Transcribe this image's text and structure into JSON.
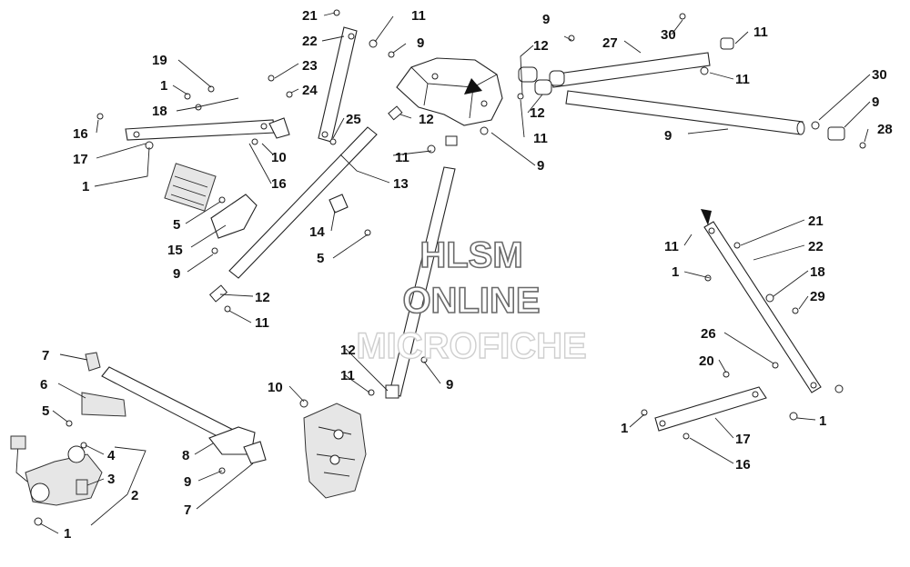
{
  "watermark": {
    "line1": "HLSM",
    "line2": "ONLINE",
    "line3": "MICROFICHE"
  },
  "callouts": [
    {
      "id": "c21a",
      "text": "21"
    },
    {
      "id": "c11a",
      "text": "11"
    },
    {
      "id": "c22a",
      "text": "22"
    },
    {
      "id": "c9a",
      "text": "9"
    },
    {
      "id": "c23",
      "text": "23"
    },
    {
      "id": "c24",
      "text": "24"
    },
    {
      "id": "c19",
      "text": "19"
    },
    {
      "id": "c1a",
      "text": "1"
    },
    {
      "id": "c18a",
      "text": "18"
    },
    {
      "id": "c16a",
      "text": "16"
    },
    {
      "id": "c17a",
      "text": "17"
    },
    {
      "id": "c1b",
      "text": "1"
    },
    {
      "id": "c10a",
      "text": "10"
    },
    {
      "id": "c16b",
      "text": "16"
    },
    {
      "id": "c25",
      "text": "25"
    },
    {
      "id": "c12a",
      "text": "12"
    },
    {
      "id": "c11b",
      "text": "11"
    },
    {
      "id": "c13",
      "text": "13"
    },
    {
      "id": "c9b",
      "text": "9"
    },
    {
      "id": "c12b",
      "text": "12"
    },
    {
      "id": "c12c",
      "text": "12"
    },
    {
      "id": "c11c",
      "text": "11"
    },
    {
      "id": "c27",
      "text": "27"
    },
    {
      "id": "c9c",
      "text": "9"
    },
    {
      "id": "c30a",
      "text": "30"
    },
    {
      "id": "c11d",
      "text": "11"
    },
    {
      "id": "c11e",
      "text": "11"
    },
    {
      "id": "c30b",
      "text": "30"
    },
    {
      "id": "c9d",
      "text": "9"
    },
    {
      "id": "c28",
      "text": "28"
    },
    {
      "id": "c9e",
      "text": "9"
    },
    {
      "id": "c5a",
      "text": "5"
    },
    {
      "id": "c15",
      "text": "15"
    },
    {
      "id": "c9f",
      "text": "9"
    },
    {
      "id": "c14",
      "text": "14"
    },
    {
      "id": "c5b",
      "text": "5"
    },
    {
      "id": "c12d",
      "text": "12"
    },
    {
      "id": "c11f",
      "text": "11"
    },
    {
      "id": "c21b",
      "text": "21"
    },
    {
      "id": "c22b",
      "text": "22"
    },
    {
      "id": "c11g",
      "text": "11"
    },
    {
      "id": "c1c",
      "text": "1"
    },
    {
      "id": "c18b",
      "text": "18"
    },
    {
      "id": "c29",
      "text": "29"
    },
    {
      "id": "c26",
      "text": "26"
    },
    {
      "id": "c20",
      "text": "20"
    },
    {
      "id": "c1d",
      "text": "1"
    },
    {
      "id": "c1e",
      "text": "1"
    },
    {
      "id": "c17b",
      "text": "17"
    },
    {
      "id": "c16c",
      "text": "16"
    },
    {
      "id": "c7a",
      "text": "7"
    },
    {
      "id": "c6",
      "text": "6"
    },
    {
      "id": "c5c",
      "text": "5"
    },
    {
      "id": "c4",
      "text": "4"
    },
    {
      "id": "c3",
      "text": "3"
    },
    {
      "id": "c2",
      "text": "2"
    },
    {
      "id": "c1f",
      "text": "1"
    },
    {
      "id": "c12e",
      "text": "12"
    },
    {
      "id": "c11h",
      "text": "11"
    },
    {
      "id": "c9g",
      "text": "9"
    },
    {
      "id": "c10b",
      "text": "10"
    },
    {
      "id": "c8",
      "text": "8"
    },
    {
      "id": "c9h",
      "text": "9"
    },
    {
      "id": "c7b",
      "text": "7"
    }
  ]
}
